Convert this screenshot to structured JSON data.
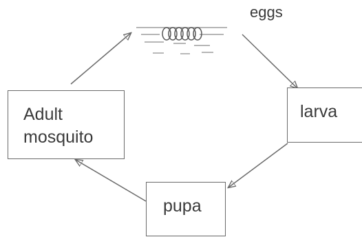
{
  "diagram": {
    "stages": {
      "eggs": "eggs",
      "larva": "larva",
      "pupa": "pupa",
      "adult_line1": "Adult",
      "adult_line2": "mosquito"
    }
  }
}
